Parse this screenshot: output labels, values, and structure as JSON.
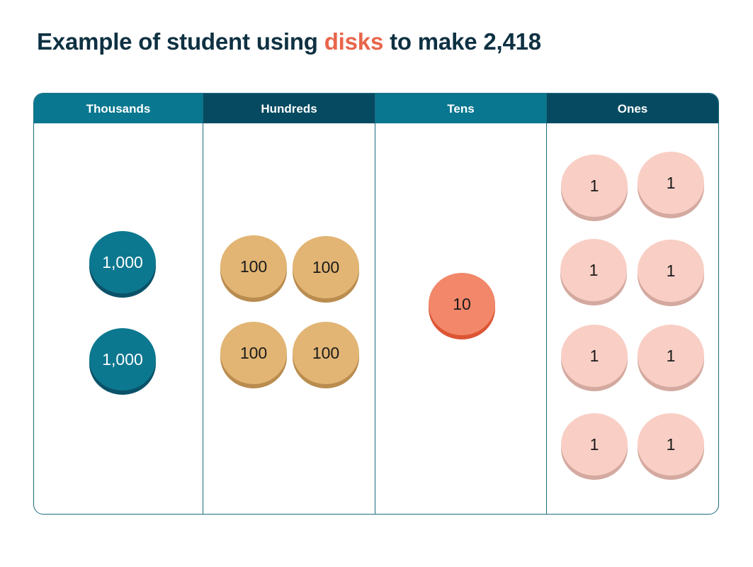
{
  "title": {
    "before": "Example of student using ",
    "highlight": "disks",
    "after": " to make 2,418"
  },
  "colors": {
    "title_text": "#0e3142",
    "highlight": "#e8654b",
    "header_light": "#08778f",
    "header_dark": "#054a61",
    "thousand_disk": "#0c7890",
    "hundred_disk": "#e2b574",
    "ten_disk": "#f2876a",
    "one_disk": "#f9cfc5"
  },
  "columns": [
    {
      "header": "Thousands",
      "disks": [
        "1,000",
        "1,000"
      ]
    },
    {
      "header": "Hundreds",
      "disks": [
        "100",
        "100",
        "100",
        "100"
      ]
    },
    {
      "header": "Tens",
      "disks": [
        "10"
      ]
    },
    {
      "header": "Ones",
      "disks": [
        "1",
        "1",
        "1",
        "1",
        "1",
        "1",
        "1",
        "1"
      ]
    }
  ]
}
